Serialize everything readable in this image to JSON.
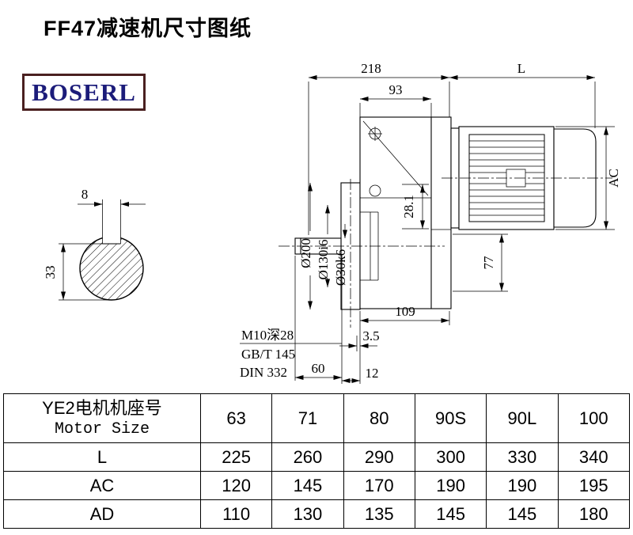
{
  "page": {
    "title": "FF47减速机尺寸图纸"
  },
  "logo": {
    "text": "BOSERL"
  },
  "drawing": {
    "dim_218": "218",
    "dim_L": "L",
    "dim_93": "93",
    "dim_AC": "AC",
    "dim_28_1": "28.1",
    "dim_phi200": "Ø200",
    "dim_phi130": "Ø130i6",
    "dim_phi30": "Ø30k6",
    "dim_77": "77",
    "dim_109": "109",
    "dim_3_5": "3.5",
    "callout_thread": "M10深28",
    "callout_gbt": "GB/T 145",
    "callout_din": "DIN 332",
    "dim_60": "60",
    "dim_12": "12",
    "dim_8": "8",
    "dim_33": "33"
  },
  "table": {
    "motor_size_cn": "YE2电机机座号",
    "motor_size_en": "Motor Size",
    "sizes": [
      "63",
      "71",
      "80",
      "90S",
      "90L",
      "100"
    ],
    "rows": [
      {
        "label": "L",
        "values": [
          "225",
          "260",
          "290",
          "300",
          "330",
          "340"
        ]
      },
      {
        "label": "AC",
        "values": [
          "120",
          "145",
          "170",
          "190",
          "190",
          "195"
        ]
      },
      {
        "label": "AD",
        "values": [
          "110",
          "130",
          "135",
          "145",
          "145",
          "180"
        ]
      }
    ]
  }
}
